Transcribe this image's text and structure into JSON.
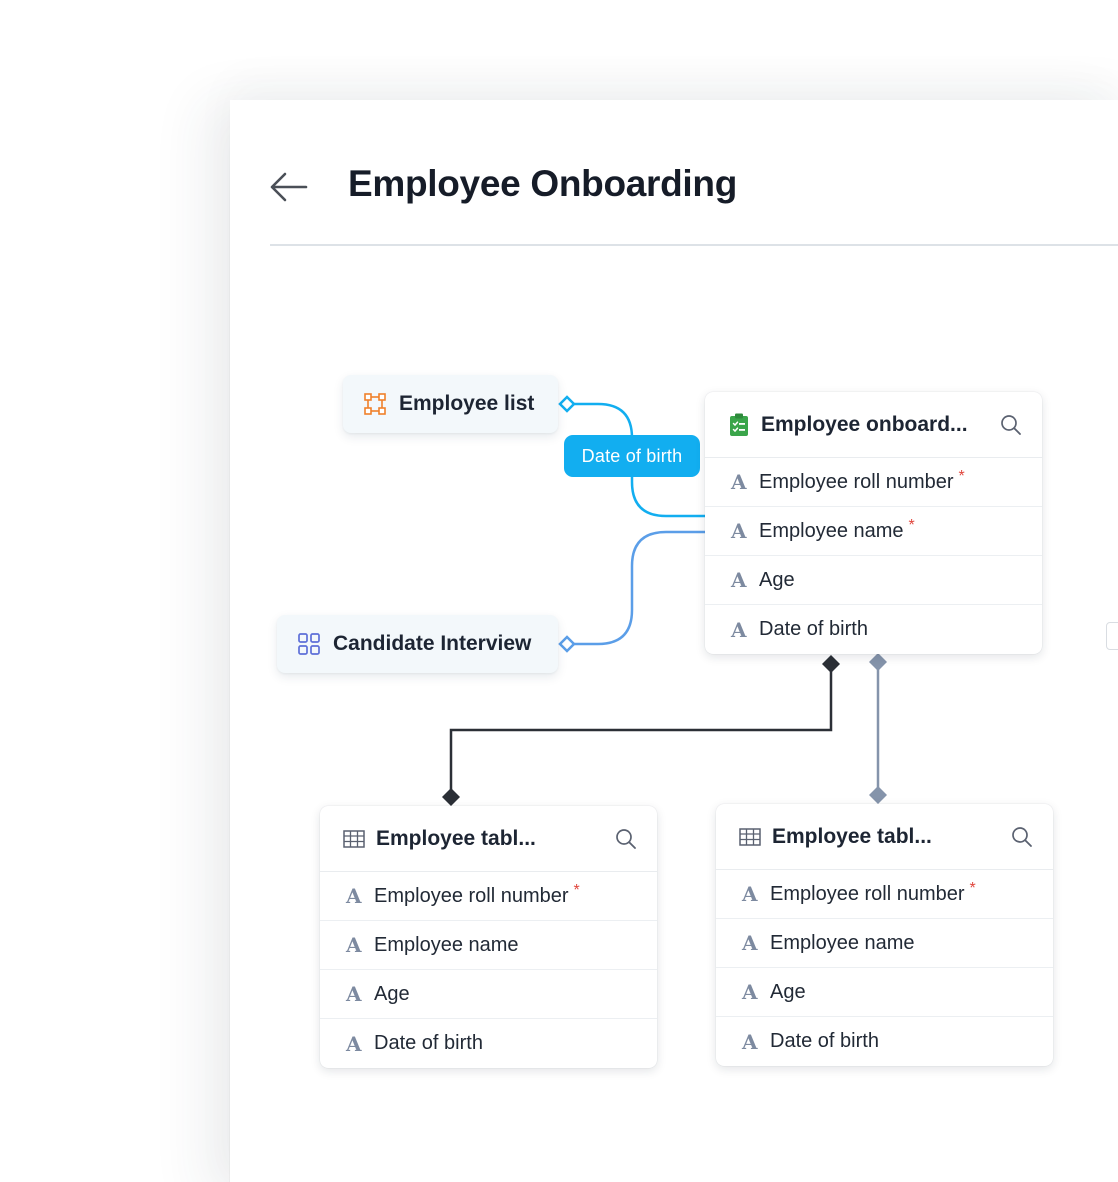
{
  "header": {
    "back_label": "Back",
    "title": "Employee Onboarding"
  },
  "sources": [
    {
      "label": "Employee list",
      "icon": "bounding-box-icon",
      "icon_color": "#f0812a"
    },
    {
      "label": "Candidate Interview",
      "icon": "grid-icon",
      "icon_color": "#5d6fd8"
    }
  ],
  "relation": {
    "label": "Date of birth",
    "color": "#12aef0"
  },
  "main_table": {
    "title": "Employee onboard...",
    "icon": "clipboard-list-icon",
    "icon_color": "#3aa54a",
    "fields": [
      {
        "type_glyph": "A",
        "label": "Employee roll number",
        "required": "*"
      },
      {
        "type_glyph": "A",
        "label": "Employee name",
        "required": "*"
      },
      {
        "type_glyph": "A",
        "label": "Age",
        "required": ""
      },
      {
        "type_glyph": "A",
        "label": "Date of birth",
        "required": ""
      }
    ]
  },
  "child_tables": [
    {
      "title": "Employee tabl...",
      "icon": "table-grid-icon",
      "fields": [
        {
          "type_glyph": "A",
          "label": "Employee roll number",
          "required": "*"
        },
        {
          "type_glyph": "A",
          "label": "Employee name",
          "required": ""
        },
        {
          "type_glyph": "A",
          "label": "Age",
          "required": ""
        },
        {
          "type_glyph": "A",
          "label": "Date of birth",
          "required": ""
        }
      ]
    },
    {
      "title": "Employee tabl...",
      "icon": "table-grid-icon",
      "fields": [
        {
          "type_glyph": "A",
          "label": "Employee roll number",
          "required": "*"
        },
        {
          "type_glyph": "A",
          "label": "Employee name",
          "required": ""
        },
        {
          "type_glyph": "A",
          "label": "Age",
          "required": ""
        },
        {
          "type_glyph": "A",
          "label": "Date of birth",
          "required": ""
        }
      ]
    }
  ],
  "colors": {
    "relation_line": "#12aef0",
    "interview_line": "#5b9ee8",
    "dark_connector": "#2b2f36",
    "grey_connector": "#8594ab",
    "required": "#e0453c"
  }
}
